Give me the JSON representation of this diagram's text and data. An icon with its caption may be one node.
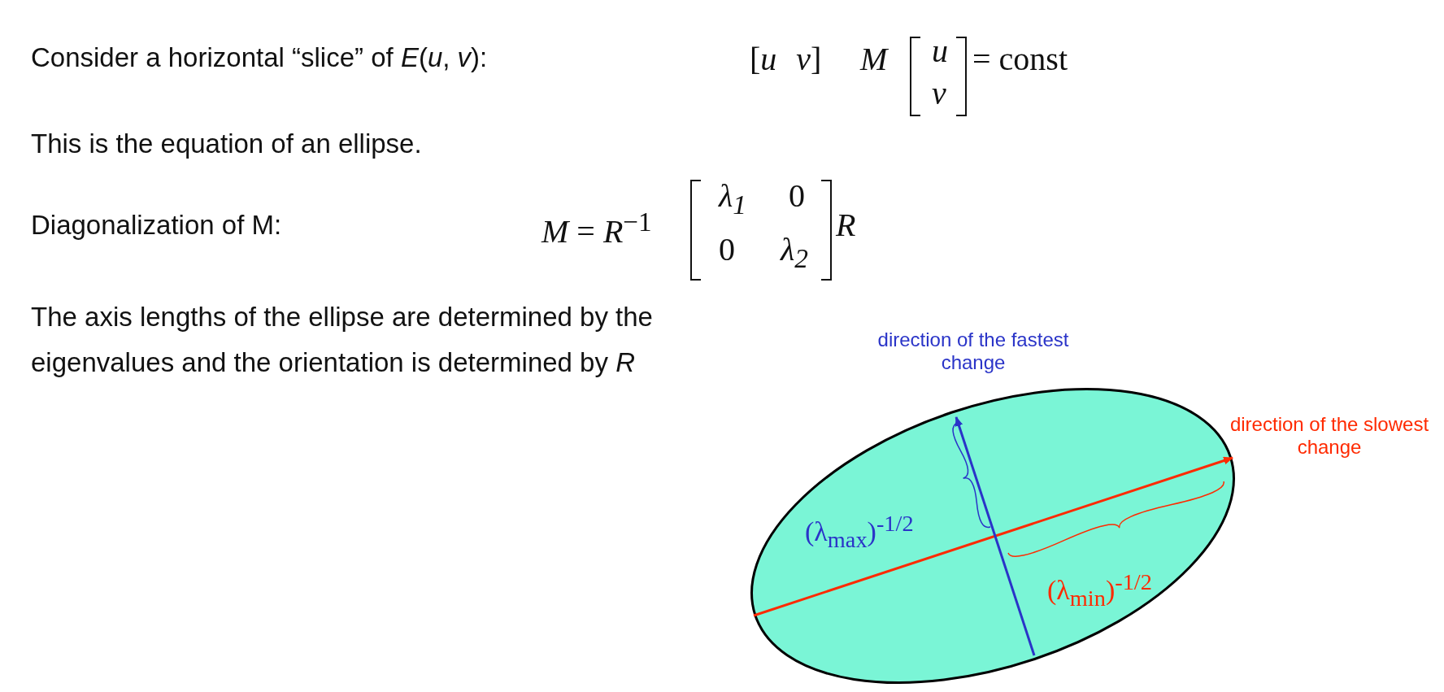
{
  "diagram": {
    "labels": [
      "Consider a horizontal “slice” of *E*(*u*, *v*):",
      "[*u*  *v*]",
      "M",
      "u",
      "v",
      "= const",
      "This is the equation of an ellipse.",
      "Diagonalization of M:",
      "*M* = *R*$^{−1}$",
      "λ$_{1}$",
      "0",
      "0",
      "λ$_{2}$",
      "R",
      "The axis lengths of the ellipse are determined by the eigenvalues and the orientation is determined by *R*",
      "direction of the fastest change",
      "direction of the slowest change",
      "(λ$_{max}$)$^{-1/2}$",
      "(λ$_{min}$)$^{-1/2}$"
    ]
  }
}
